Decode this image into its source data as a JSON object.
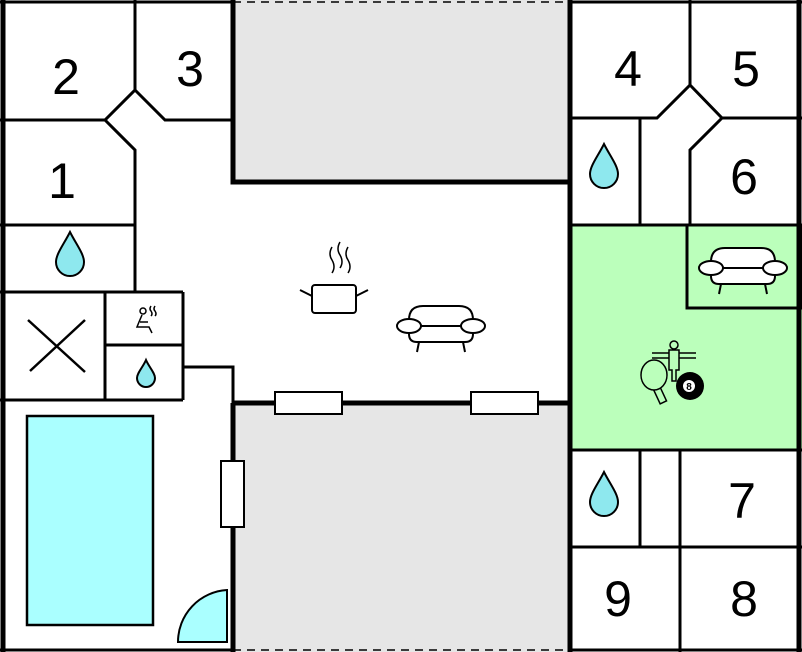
{
  "rooms": [
    {
      "label": "1"
    },
    {
      "label": "2"
    },
    {
      "label": "3"
    },
    {
      "label": "4"
    },
    {
      "label": "5"
    },
    {
      "label": "6"
    },
    {
      "label": "7"
    },
    {
      "label": "8"
    },
    {
      "label": "9"
    }
  ],
  "colors": {
    "pool": "#aaffff",
    "game_room": "#bbffbb",
    "outdoor": "#e6e6e6",
    "water": "#8ee8ee"
  },
  "icons": [
    "water-drop-icon",
    "sauna-icon",
    "kitchen-pot-icon",
    "sofa-icon",
    "foosball-icon",
    "table-tennis-icon",
    "billiard-ball-icon",
    "door-arc-icon"
  ],
  "billiard_number": "8"
}
